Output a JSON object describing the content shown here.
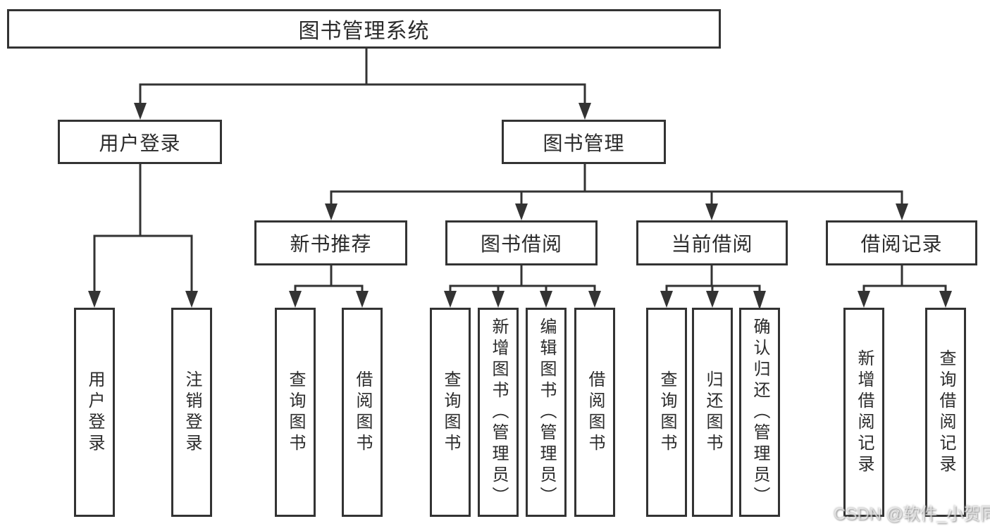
{
  "tree": {
    "label": "图书管理系统",
    "children": [
      {
        "label": "用户登录",
        "children": [
          {
            "label": "用户登录"
          },
          {
            "label": "注销登录"
          }
        ]
      },
      {
        "label": "图书管理",
        "children": [
          {
            "label": "新书推荐",
            "children": [
              {
                "label": "查询图书"
              },
              {
                "label": "借阅图书"
              }
            ]
          },
          {
            "label": "图书借阅",
            "children": [
              {
                "label": "查询图书"
              },
              {
                "label": "新增图书（管理员）"
              },
              {
                "label": "编辑图书（管理员）"
              },
              {
                "label": "借阅图书"
              }
            ]
          },
          {
            "label": "当前借阅",
            "children": [
              {
                "label": "查询图书"
              },
              {
                "label": "归还图书"
              },
              {
                "label": "确认归还（管理员）"
              }
            ]
          },
          {
            "label": "借阅记录",
            "children": [
              {
                "label": "新增借阅记录"
              },
              {
                "label": "查询借阅记录"
              }
            ]
          }
        ]
      }
    ]
  },
  "watermark": {
    "text": "CSDN @软件_小贺同学"
  },
  "colors": {
    "line": "#333333",
    "box_border": "#333333",
    "text": "#2b2b2b",
    "background": "#ffffff",
    "watermark": "#cccccc"
  }
}
